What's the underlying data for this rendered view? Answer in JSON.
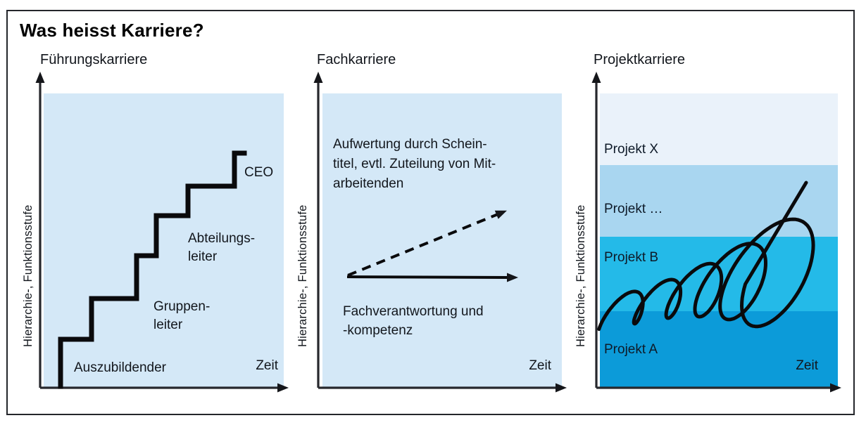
{
  "figure": {
    "title": "Was heisst Karriere?",
    "x_axis_label": "Zeit",
    "y_axis_label": "Hierarchie-, Funktionsstufe",
    "colors": {
      "panel_bg": "#D4E8F7",
      "ink": "#111418"
    },
    "panels": [
      {
        "title": "Führungskarriere",
        "steps": [
          "Auszubildender",
          "Gruppen-\nleiter",
          "Abteilungs-\nleiter",
          "CEO"
        ]
      },
      {
        "title": "Fachkarriere",
        "note_top": "Aufwertung durch Schein-\ntitel, evtl. Zuteilung von Mit-\narbeitenden",
        "note_bottom": "Fachverantwortung und\n-kompetenz"
      },
      {
        "title": "Projektkarriere",
        "bands": [
          {
            "label": "Projekt X",
            "color": "#EAF2FA"
          },
          {
            "label": "Projekt …",
            "color": "#A9D6F0"
          },
          {
            "label": "Projekt B",
            "color": "#24BAE8"
          },
          {
            "label": "Projekt A",
            "color": "#0C9BD9"
          }
        ]
      }
    ]
  }
}
